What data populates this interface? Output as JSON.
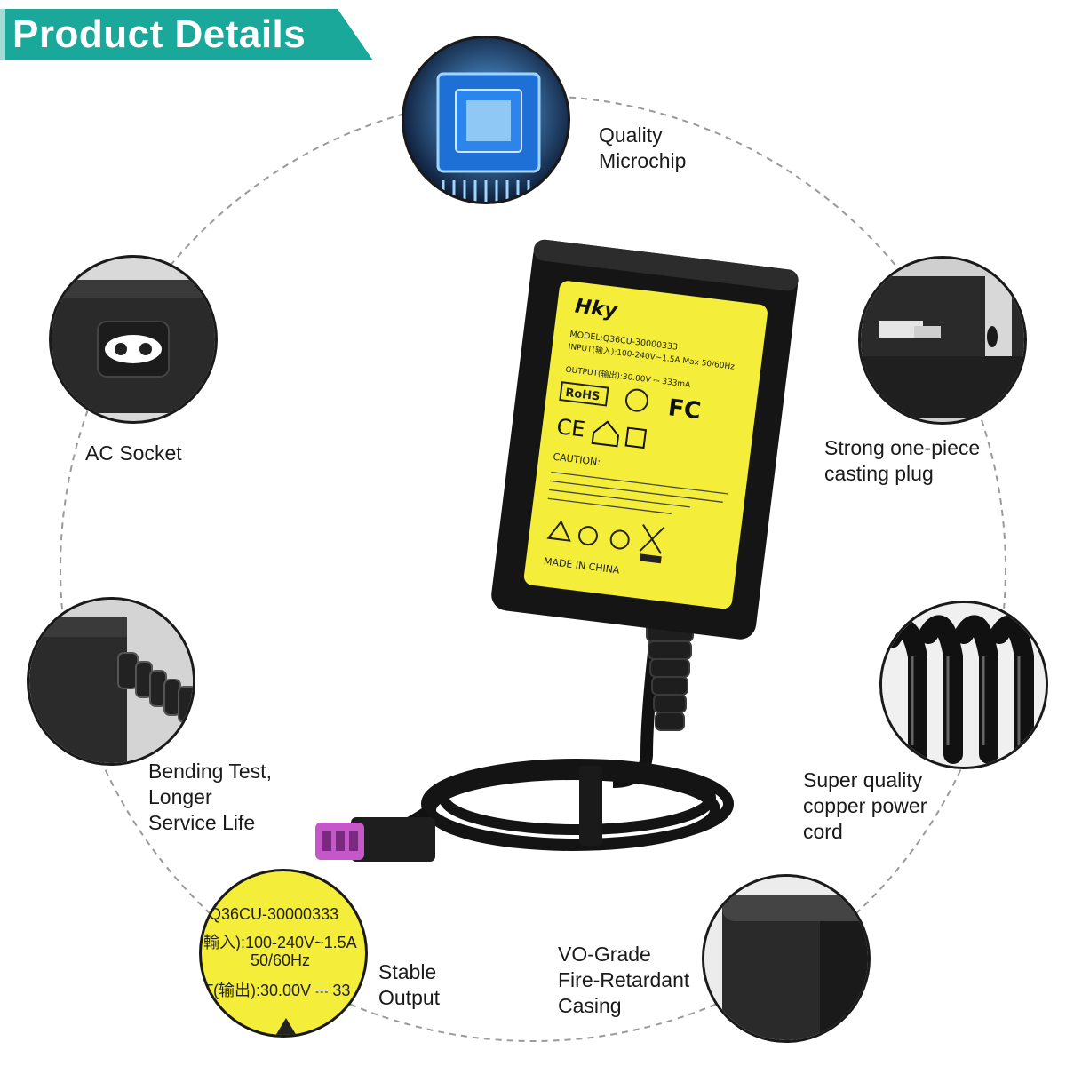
{
  "banner": {
    "title": "Product Details",
    "color": "#1aa89a"
  },
  "features": {
    "microchip": {
      "lines": [
        "Quality",
        "Microchip"
      ]
    },
    "ac_socket": {
      "lines": [
        "AC Socket"
      ]
    },
    "plug": {
      "lines": [
        "Strong one-piece",
        "casting plug"
      ]
    },
    "bending": {
      "lines": [
        "Bending Test,",
        "Longer",
        "Service Life"
      ]
    },
    "cord": {
      "lines": [
        "Super quality",
        "copper power",
        "cord"
      ]
    },
    "output": {
      "lines": [
        "Stable",
        "Output"
      ]
    },
    "casing": {
      "lines": [
        "VO-Grade",
        "Fire-Retardant",
        "Casing"
      ]
    }
  },
  "adapter_label": {
    "brand": "Hky",
    "model": "MODEL:Q36CU-30000333",
    "input": "INPUT(输入):100-240V~1.5A Max 50/60Hz",
    "output": "OUTPUT(输出):30.00V ⎓ 333mA",
    "rohs": "RoHS",
    "fc": "FC",
    "ce": "CE",
    "caution": "CAUTION:",
    "made_in": "MADE IN CHINA"
  },
  "zoom_label": {
    "line1": "Q36CU-30000333",
    "line2": "輸入):100-240V~1.5A",
    "line3": "50/60Hz",
    "line4": "T(输出):30.00V ⎓ 33"
  },
  "colors": {
    "label_yellow": "#f4ee3a",
    "plug_purple": "#c558c8",
    "ring_dash": "#9a9a9a"
  }
}
